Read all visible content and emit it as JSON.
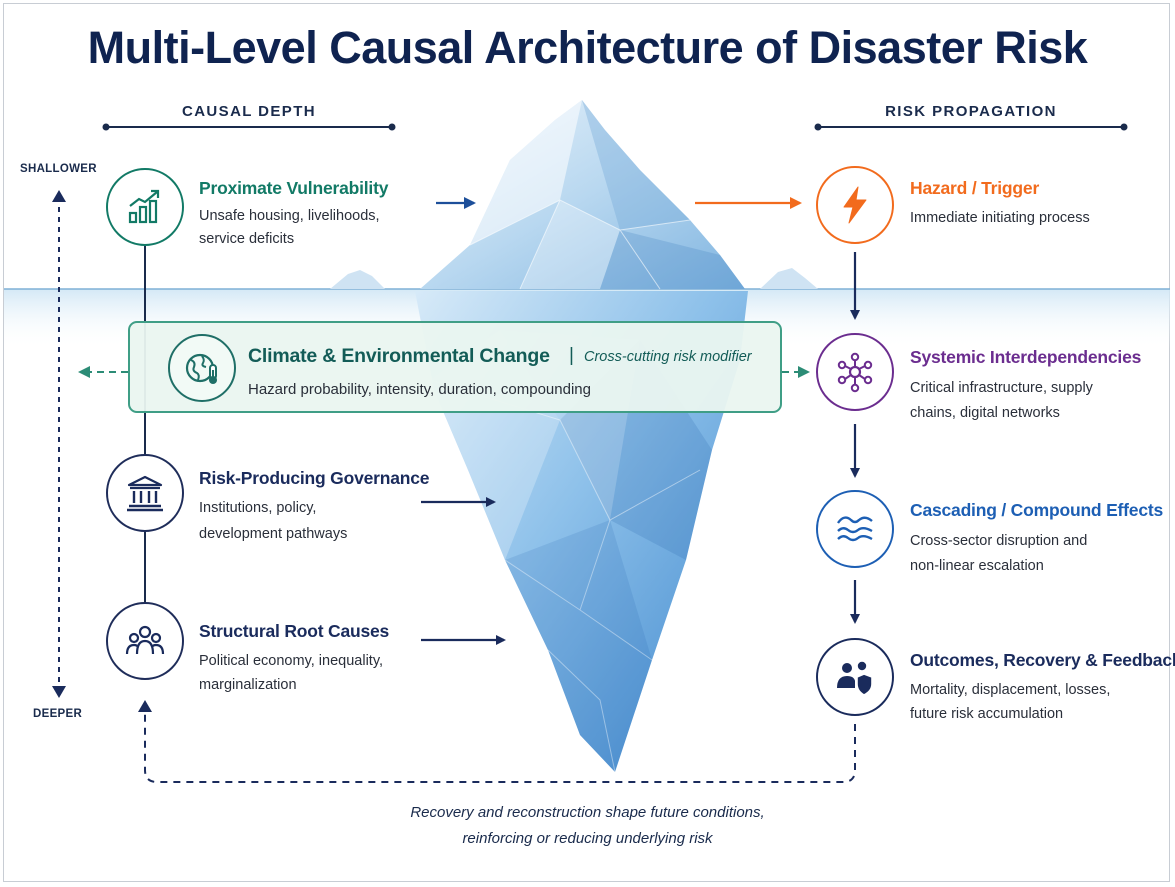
{
  "title": "Multi-Level Causal Architecture of Disaster Risk",
  "left_column": {
    "header": "CAUSAL DEPTH",
    "axis_top": "SHALLOWER",
    "axis_bottom": "DEEPER",
    "items": [
      {
        "title": "Proximate Vulnerability",
        "desc_lines": [
          "Unsafe housing, livelihoods,",
          "service deficits"
        ],
        "icon": "growth-chart-icon",
        "color": "#127a66"
      },
      {
        "title": "Risk-Producing Governance",
        "desc_lines": [
          "Institutions, policy,",
          "development pathways"
        ],
        "icon": "institution-building-icon",
        "color": "#1a2b5c"
      },
      {
        "title": "Structural Root Causes",
        "desc_lines": [
          "Political economy, inequality,",
          "marginalization"
        ],
        "icon": "community-people-icon",
        "color": "#1a2b5c"
      }
    ]
  },
  "cross_cutting": {
    "title": "Climate & Environmental Change",
    "separator": "|",
    "subtitle": "Cross-cutting risk modifier",
    "desc": "Hazard probability, intensity, duration, compounding",
    "icon": "globe-thermometer-icon",
    "color": "#135c57"
  },
  "right_column": {
    "header": "RISK PROPAGATION",
    "items": [
      {
        "title": "Hazard / Trigger",
        "desc_lines": [
          "Immediate initiating process"
        ],
        "icon": "lightning-bolt-icon",
        "color": "#f26b1d"
      },
      {
        "title": "Systemic Interdependencies",
        "desc_lines": [
          "Critical infrastructure, supply",
          "chains, digital networks"
        ],
        "icon": "network-hub-icon",
        "color": "#6b2d8f"
      },
      {
        "title": "Cascading / Compound Effects",
        "desc_lines": [
          "Cross-sector disruption and",
          "non-linear escalation"
        ],
        "icon": "waves-icon",
        "color": "#1d5fb4"
      },
      {
        "title": "Outcomes, Recovery & Feedback",
        "desc_lines": [
          "Mortality, displacement, losses,",
          "future risk accumulation"
        ],
        "icon": "people-shield-icon",
        "color": "#1a2b5c"
      }
    ]
  },
  "footer": {
    "line1": "Recovery and reconstruction shape future conditions,",
    "line2": "reinforcing or reducing underlying risk"
  }
}
